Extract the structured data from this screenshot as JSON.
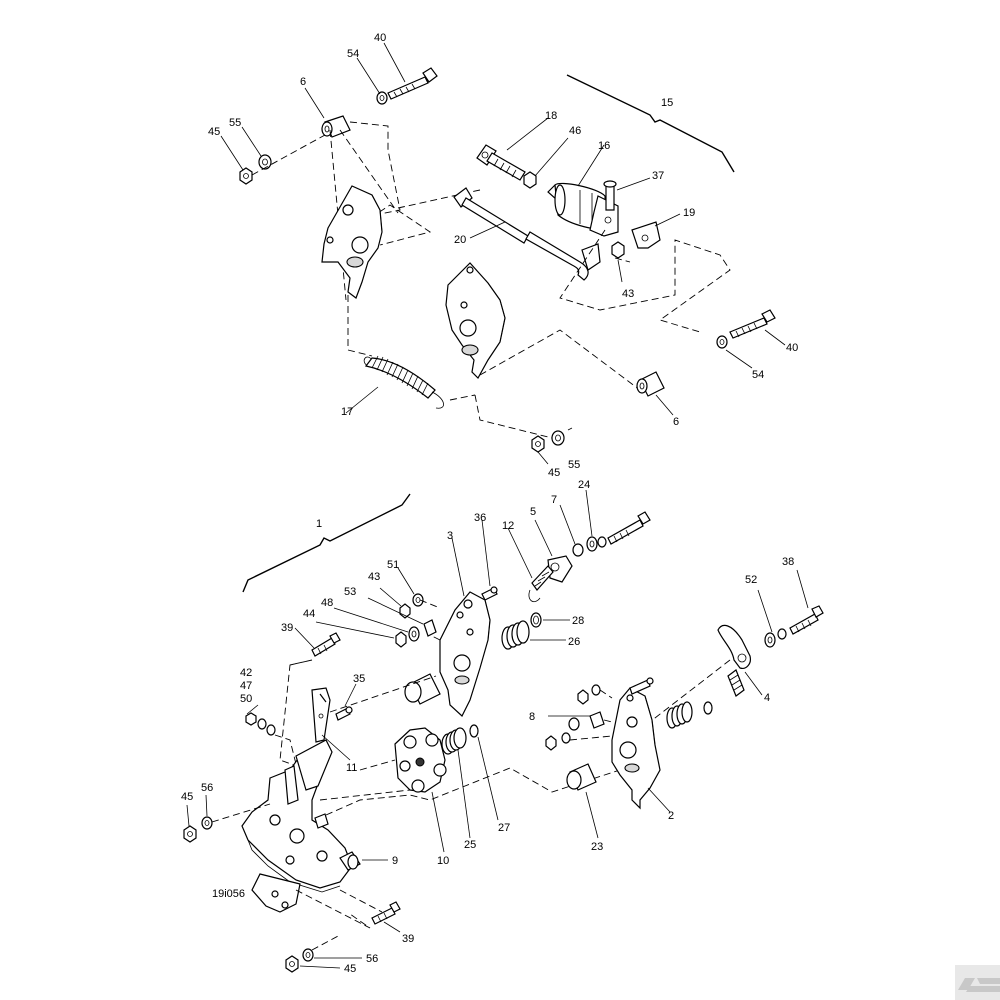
{
  "figure": {
    "drawing_code": "19i056",
    "logo": "brand-logo"
  },
  "callouts": [
    {
      "id": "c40a",
      "text": "40"
    },
    {
      "id": "c54a",
      "text": "54"
    },
    {
      "id": "c6a",
      "text": "6"
    },
    {
      "id": "c55a",
      "text": "55"
    },
    {
      "id": "c45a",
      "text": "45"
    },
    {
      "id": "c15",
      "text": "15"
    },
    {
      "id": "c18",
      "text": "18"
    },
    {
      "id": "c46",
      "text": "46"
    },
    {
      "id": "c16",
      "text": "16"
    },
    {
      "id": "c37",
      "text": "37"
    },
    {
      "id": "c19",
      "text": "19"
    },
    {
      "id": "c20",
      "text": "20"
    },
    {
      "id": "c43a",
      "text": "43"
    },
    {
      "id": "c40b",
      "text": "40"
    },
    {
      "id": "c54b",
      "text": "54"
    },
    {
      "id": "c6b",
      "text": "6"
    },
    {
      "id": "c17",
      "text": "17"
    },
    {
      "id": "c45b",
      "text": "45"
    },
    {
      "id": "c55b",
      "text": "55"
    },
    {
      "id": "c1",
      "text": "1"
    },
    {
      "id": "c36",
      "text": "36"
    },
    {
      "id": "c3",
      "text": "3"
    },
    {
      "id": "c12",
      "text": "12"
    },
    {
      "id": "c5",
      "text": "5"
    },
    {
      "id": "c7",
      "text": "7"
    },
    {
      "id": "c24",
      "text": "24"
    },
    {
      "id": "c51",
      "text": "51"
    },
    {
      "id": "c43b",
      "text": "43"
    },
    {
      "id": "c53",
      "text": "53"
    },
    {
      "id": "c48",
      "text": "48"
    },
    {
      "id": "c44",
      "text": "44"
    },
    {
      "id": "c28",
      "text": "28"
    },
    {
      "id": "c26",
      "text": "26"
    },
    {
      "id": "c38",
      "text": "38"
    },
    {
      "id": "c52",
      "text": "52"
    },
    {
      "id": "c39a",
      "text": "39"
    },
    {
      "id": "c42",
      "text": "42"
    },
    {
      "id": "c47",
      "text": "47"
    },
    {
      "id": "c50",
      "text": "50"
    },
    {
      "id": "c35",
      "text": "35"
    },
    {
      "id": "c4",
      "text": "4"
    },
    {
      "id": "c8",
      "text": "8"
    },
    {
      "id": "c11",
      "text": "11"
    },
    {
      "id": "c45c",
      "text": "45"
    },
    {
      "id": "c56a",
      "text": "56"
    },
    {
      "id": "c25",
      "text": "25"
    },
    {
      "id": "c27",
      "text": "27"
    },
    {
      "id": "c10",
      "text": "10"
    },
    {
      "id": "c2",
      "text": "2"
    },
    {
      "id": "c23",
      "text": "23"
    },
    {
      "id": "c9",
      "text": "9"
    },
    {
      "id": "c39b",
      "text": "39"
    },
    {
      "id": "c56b",
      "text": "56"
    },
    {
      "id": "c45d",
      "text": "45"
    }
  ]
}
